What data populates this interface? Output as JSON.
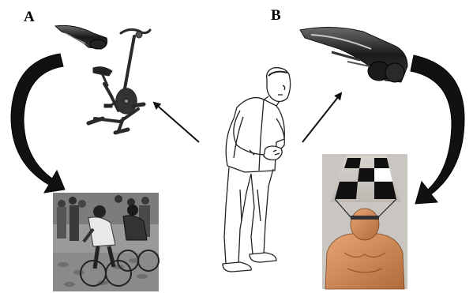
{
  "figure": {
    "panel_a_label": "A",
    "panel_b_label": "B"
  },
  "colors": {
    "ink": "#111111",
    "bike_frame": "#2a2a2a",
    "photo_bg": "#9a9a9a",
    "corridor_bg": "#c9c6c2",
    "skin": "#d9915c",
    "skin_shadow": "#b06a3c"
  },
  "icons": [
    "video-goggles-icon",
    "exercise-bike-icon",
    "cyclists-photo",
    "parkinson-patient-drawing",
    "checkerboard-corridor-image",
    "curved-arrow-icon",
    "straight-arrow-icon"
  ]
}
